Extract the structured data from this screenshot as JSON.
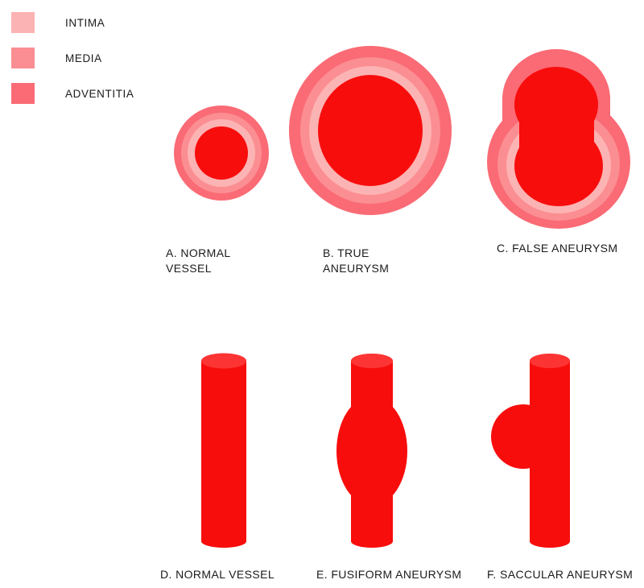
{
  "legend": {
    "items": [
      {
        "label": "INTIMA",
        "color": "#fcb3b3",
        "swatch_name": "legend-swatch-intima"
      },
      {
        "label": "MEDIA",
        "color": "#fb8e92",
        "swatch_name": "legend-swatch-media"
      },
      {
        "label": "ADVENTITIA",
        "color": "#fa6b75",
        "swatch_name": "legend-swatch-adventitia"
      }
    ]
  },
  "palette": {
    "lumen": "#f80d0d",
    "intima": "#fcb3b3",
    "media": "#fb8e92",
    "adventitia": "#fa6b75",
    "cylinder_cap": "#fc3434",
    "background": "#ffffff",
    "text": "#1b1b1b"
  },
  "figures": {
    "a": {
      "caption": "A. NORMAL\nVESSEL",
      "type": "cross-section",
      "description": "concentric intact vessel wall layers around a small round lumen"
    },
    "b": {
      "caption": "B. TRUE\nANEURYSM",
      "type": "cross-section",
      "description": "all three wall layers intact but dilated around an enlarged lumen"
    },
    "c": {
      "caption": "C. FALSE ANEURYSM",
      "type": "cross-section",
      "description": "blood collection bulging through a wall defect, contained only by outer adventitia"
    },
    "d": {
      "caption": "D. NORMAL VESSEL",
      "type": "longitudinal",
      "description": "straight uniform cylindrical vessel"
    },
    "e": {
      "caption": "E. FUSIFORM ANEURYSM",
      "type": "longitudinal",
      "description": "symmetric spindle shaped dilatation of the whole circumference"
    },
    "f": {
      "caption": "F. SACCULAR ANEURYSM",
      "type": "longitudinal",
      "description": "round out-pouching sac on one side of the vessel"
    }
  }
}
